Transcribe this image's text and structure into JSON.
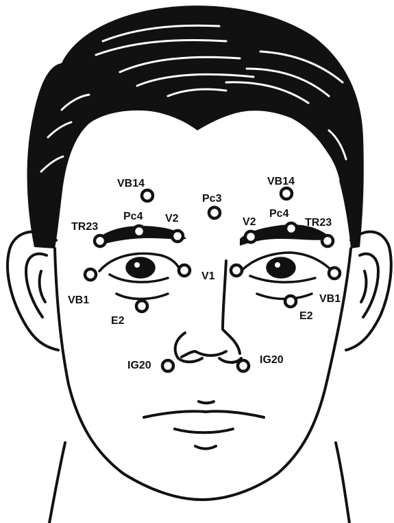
{
  "colors": {
    "ink": "#111111",
    "background": "#ffffff",
    "point_fill": "#ffffff"
  },
  "points": [
    {
      "id": "vb14-right",
      "label": "VB14"
    },
    {
      "id": "vb14-left",
      "label": "VB14"
    },
    {
      "id": "pc3",
      "label": "Pc3"
    },
    {
      "id": "pc4-right",
      "label": "Pc4"
    },
    {
      "id": "pc4-left",
      "label": "Pc4"
    },
    {
      "id": "tr23-right",
      "label": "TR23"
    },
    {
      "id": "tr23-left",
      "label": "TR23"
    },
    {
      "id": "v2-right",
      "label": "V2"
    },
    {
      "id": "v2-left",
      "label": "V2"
    },
    {
      "id": "v1",
      "label": "V1"
    },
    {
      "id": "vb1-right",
      "label": "VB1"
    },
    {
      "id": "vb1-left",
      "label": "VB1"
    },
    {
      "id": "e2-right",
      "label": "E2"
    },
    {
      "id": "e2-left",
      "label": "E2"
    },
    {
      "id": "ig20-right",
      "label": "IG20"
    },
    {
      "id": "ig20-left",
      "label": "IG20"
    }
  ]
}
